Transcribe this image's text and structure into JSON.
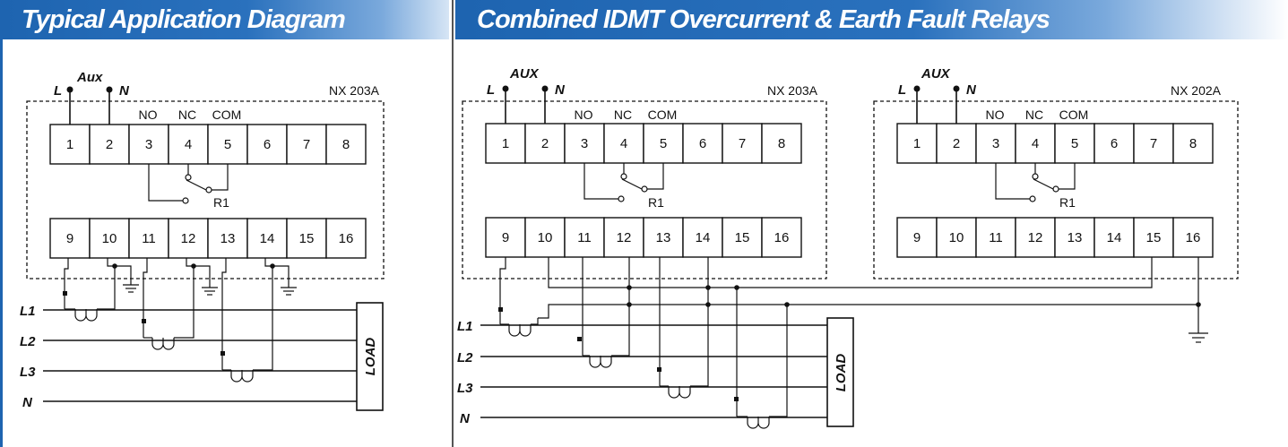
{
  "left_panel": {
    "title": "Typical Application Diagram",
    "model": "NX 203A",
    "supply": {
      "l": "L",
      "aux": "Aux",
      "n": "N"
    },
    "contacts": {
      "no": "NO",
      "nc": "NC",
      "com": "COM"
    },
    "relay": "R1",
    "top_terminals": [
      "1",
      "2",
      "3",
      "4",
      "5",
      "6",
      "7",
      "8"
    ],
    "bottom_terminals": [
      "9",
      "10",
      "11",
      "12",
      "13",
      "14",
      "15",
      "16"
    ],
    "lines": [
      "L1",
      "L2",
      "L3",
      "N"
    ],
    "load": "LOAD"
  },
  "right_panel": {
    "title": "Combined IDMT Overcurrent & Earth Fault Relays",
    "relays": [
      {
        "model": "NX 203A",
        "supply": {
          "l": "L",
          "aux": "AUX",
          "n": "N"
        },
        "contacts": {
          "no": "NO",
          "nc": "NC",
          "com": "COM"
        },
        "relay": "R1",
        "top_terminals": [
          "1",
          "2",
          "3",
          "4",
          "5",
          "6",
          "7",
          "8"
        ],
        "bottom_terminals": [
          "9",
          "10",
          "11",
          "12",
          "13",
          "14",
          "15",
          "16"
        ]
      },
      {
        "model": "NX 202A",
        "supply": {
          "l": "L",
          "aux": "AUX",
          "n": "N"
        },
        "contacts": {
          "no": "NO",
          "nc": "NC",
          "com": "COM"
        },
        "relay": "R1",
        "top_terminals": [
          "1",
          "2",
          "3",
          "4",
          "5",
          "6",
          "7",
          "8"
        ],
        "bottom_terminals": [
          "9",
          "10",
          "11",
          "12",
          "13",
          "14",
          "15",
          "16"
        ]
      }
    ],
    "lines": [
      "L1",
      "L2",
      "L3",
      "N"
    ],
    "load": "LOAD"
  },
  "colors": {
    "banner_blue": "#1e64b0",
    "ink": "#111111",
    "background": "#ffffff"
  }
}
